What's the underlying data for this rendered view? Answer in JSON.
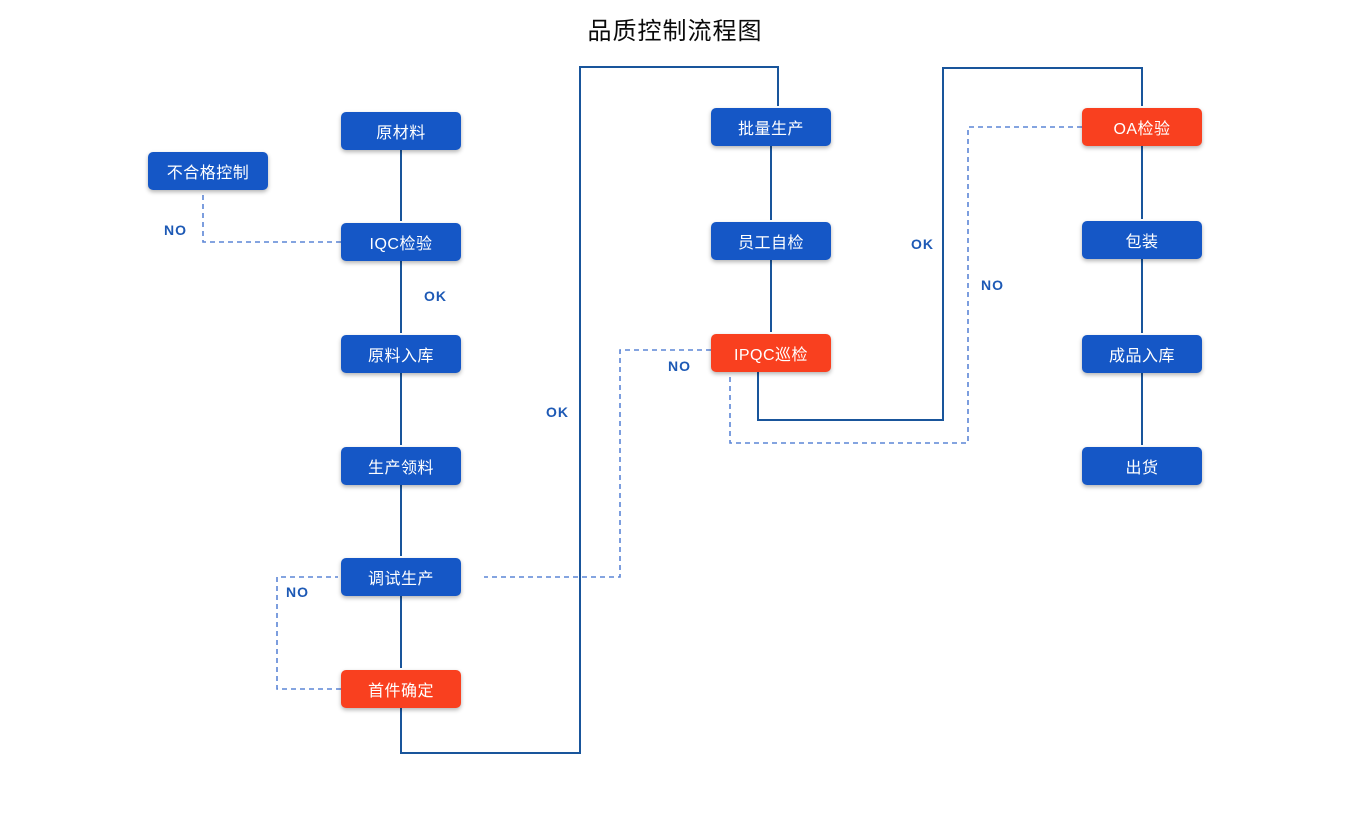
{
  "title": "品质控制流程图",
  "colors": {
    "node_blue": "#1557C6",
    "node_red": "#F9401F",
    "line_solid": "#19559B",
    "line_dashed": "#5C85D6",
    "edge_label": "#1D59B5"
  },
  "nodes": {
    "raw_material": {
      "label": "原材料",
      "color": "blue"
    },
    "nonconforming_control": {
      "label": "不合格控制",
      "color": "blue"
    },
    "iqc_inspection": {
      "label": "IQC检验",
      "color": "blue"
    },
    "raw_material_storage": {
      "label": "原料入库",
      "color": "blue"
    },
    "production_picking": {
      "label": "生产领料",
      "color": "blue"
    },
    "trial_production": {
      "label": "调试生产",
      "color": "blue"
    },
    "first_article_confirm": {
      "label": "首件确定",
      "color": "red"
    },
    "mass_production": {
      "label": "批量生产",
      "color": "blue"
    },
    "employee_self_check": {
      "label": "员工自检",
      "color": "blue"
    },
    "ipqc_patrol": {
      "label": "IPQC巡检",
      "color": "red"
    },
    "oa_inspection": {
      "label": "OA检验",
      "color": "red"
    },
    "packaging": {
      "label": "包装",
      "color": "blue"
    },
    "finished_storage": {
      "label": "成品入库",
      "color": "blue"
    },
    "shipment": {
      "label": "出货",
      "color": "blue"
    }
  },
  "edges": [
    {
      "from": "raw_material",
      "to": "iqc_inspection",
      "type": "solid",
      "label": ""
    },
    {
      "from": "iqc_inspection",
      "to": "raw_material_storage",
      "type": "solid",
      "label": "OK"
    },
    {
      "from": "raw_material_storage",
      "to": "production_picking",
      "type": "solid",
      "label": ""
    },
    {
      "from": "production_picking",
      "to": "trial_production",
      "type": "solid",
      "label": ""
    },
    {
      "from": "trial_production",
      "to": "first_article_confirm",
      "type": "solid",
      "label": ""
    },
    {
      "from": "first_article_confirm",
      "to": "mass_production",
      "type": "solid",
      "label": "OK"
    },
    {
      "from": "mass_production",
      "to": "employee_self_check",
      "type": "solid",
      "label": ""
    },
    {
      "from": "employee_self_check",
      "to": "ipqc_patrol",
      "type": "solid",
      "label": ""
    },
    {
      "from": "ipqc_patrol",
      "to": "oa_inspection",
      "type": "solid",
      "label": "OK"
    },
    {
      "from": "oa_inspection",
      "to": "packaging",
      "type": "solid",
      "label": ""
    },
    {
      "from": "packaging",
      "to": "finished_storage",
      "type": "solid",
      "label": ""
    },
    {
      "from": "finished_storage",
      "to": "shipment",
      "type": "solid",
      "label": ""
    },
    {
      "from": "iqc_inspection",
      "to": "nonconforming_control",
      "type": "dashed",
      "label": "NO"
    },
    {
      "from": "first_article_confirm",
      "to": "trial_production",
      "type": "dashed",
      "label": "NO"
    },
    {
      "from": "ipqc_patrol",
      "to": "trial_production",
      "type": "dashed",
      "label": "NO"
    },
    {
      "from": "oa_inspection",
      "to": "ipqc_patrol",
      "type": "dashed",
      "label": "NO"
    }
  ]
}
